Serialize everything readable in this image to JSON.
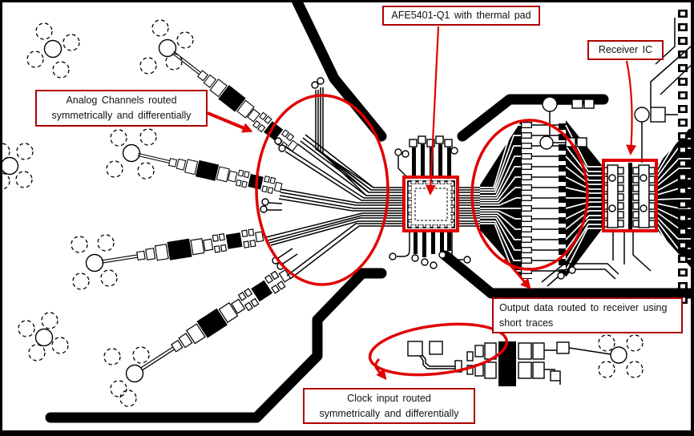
{
  "figure": {
    "type": "pcb-layout-example",
    "description": "PCB routing diagram with red annotation callouts"
  },
  "colors": {
    "annotation_red": "#e00000",
    "callout_border": "#b00000",
    "artwork_black": "#000000",
    "background": "#ffffff"
  },
  "callouts": {
    "afe5401": {
      "text": "AFE5401-Q1 with thermal pad"
    },
    "receiver_ic": {
      "text": "Receiver IC"
    },
    "analog_channels": {
      "lines": [
        "Analog Channels routed",
        "symmetrically and differentially"
      ]
    },
    "output_data": {
      "lines": [
        "Output data routed to receiver using",
        "short traces"
      ]
    },
    "clock_input": {
      "lines": [
        "Clock input routed",
        "symmetrically and differentially"
      ]
    }
  }
}
